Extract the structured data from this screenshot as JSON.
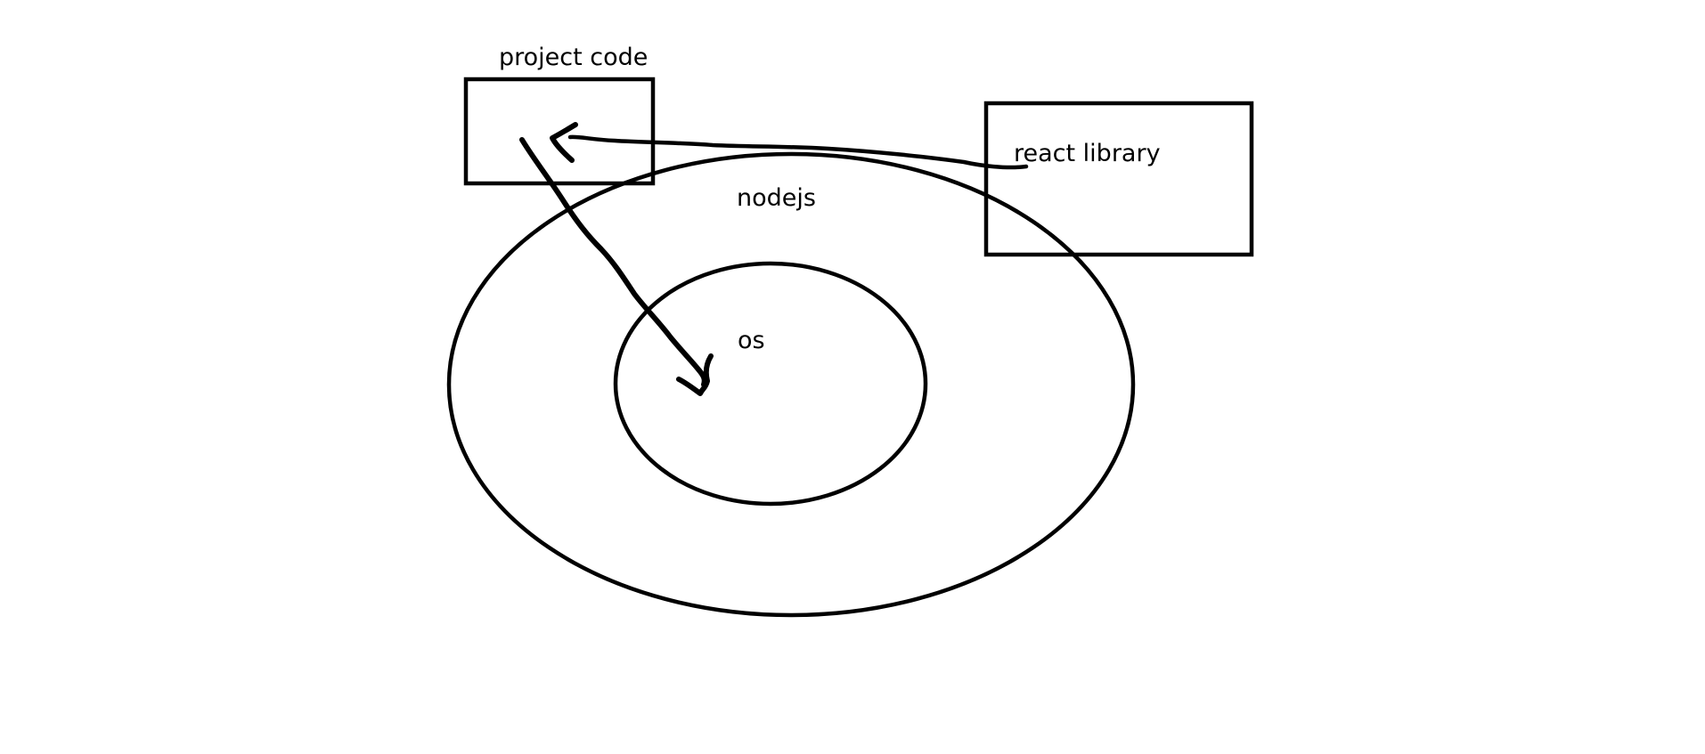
{
  "diagram": {
    "labels": {
      "project_code": "project code",
      "react_library": "react library",
      "nodejs": "nodejs",
      "os": "os"
    },
    "colors": {
      "background": "#ffffff",
      "ink": "#000000"
    }
  }
}
